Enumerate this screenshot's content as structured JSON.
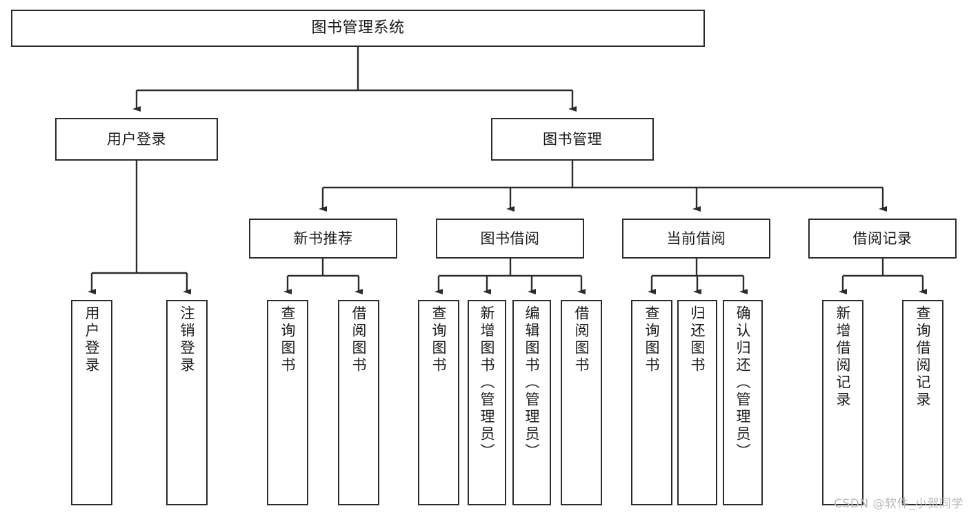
{
  "diagram": {
    "title": "图书管理系统",
    "watermark": "CSDN @软件_小贺同学",
    "colors": {
      "stroke": "#2b2b2b",
      "box_fill": "#ffffff",
      "text": "#1a1a1a",
      "background": "#ffffff",
      "watermark": "#b9b9b9"
    },
    "levels": {
      "root": {
        "label": "图书管理系统"
      },
      "level2": [
        {
          "label": "用户登录"
        },
        {
          "label": "图书管理"
        }
      ],
      "level3": [
        {
          "label": "新书推荐"
        },
        {
          "label": "图书借阅"
        },
        {
          "label": "当前借阅"
        },
        {
          "label": "借阅记录"
        }
      ],
      "leaves": {
        "user_login": [
          {
            "label": "用户登录"
          },
          {
            "label": "注销登录"
          }
        ],
        "new_book_recommend": [
          {
            "label": "查询图书"
          },
          {
            "label": "借阅图书"
          }
        ],
        "book_borrow": [
          {
            "label": "查询图书"
          },
          {
            "label": "新增图书（管理员）"
          },
          {
            "label": "编辑图书（管理员）"
          },
          {
            "label": "借阅图书"
          }
        ],
        "current_borrow": [
          {
            "label": "查询图书"
          },
          {
            "label": "归还图书"
          },
          {
            "label": "确认归还（管理员）"
          }
        ],
        "borrow_record": [
          {
            "label": "新增借阅记录"
          },
          {
            "label": "查询借阅记录"
          }
        ]
      }
    }
  }
}
